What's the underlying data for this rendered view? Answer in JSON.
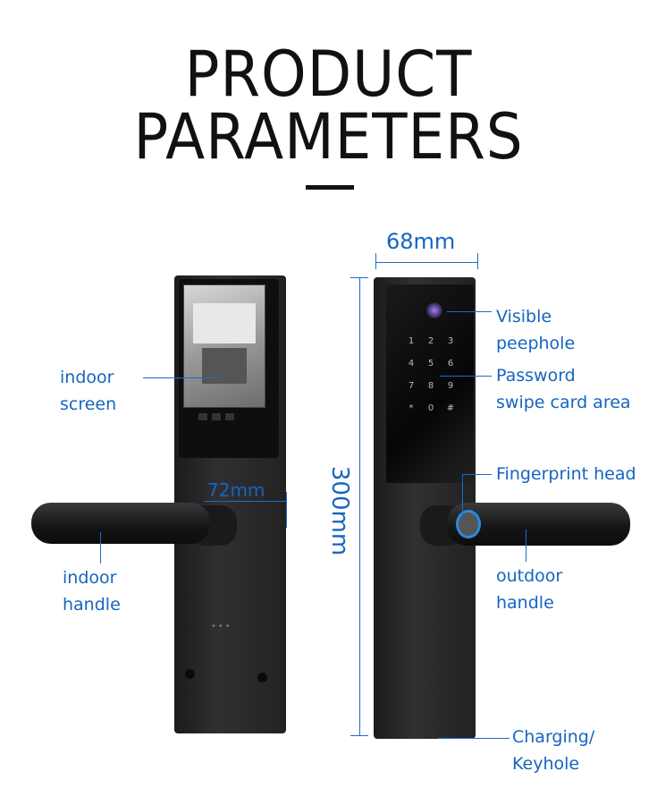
{
  "header": {
    "line1": "PRODUCT",
    "line2": "PARAMETERS"
  },
  "dimensions": {
    "width": "68mm",
    "height": "300mm",
    "handle_offset": "72mm"
  },
  "labels": {
    "indoor_screen": [
      "indoor",
      "screen"
    ],
    "indoor_handle": [
      "indoor",
      "handle"
    ],
    "visible_peephole": [
      "Visible",
      "peephole"
    ],
    "password_area": [
      "Password",
      "swipe card area"
    ],
    "fingerprint": "Fingerprint head",
    "outdoor_handle": [
      "outdoor",
      "handle"
    ],
    "charging": [
      "Charging/",
      "Keyhole"
    ]
  },
  "keypad": [
    "1",
    "2",
    "3",
    "4",
    "5",
    "6",
    "7",
    "8",
    "9",
    "*",
    "0",
    "#"
  ],
  "colors": {
    "accent": "#1565c0",
    "lock_body": "#1f1f21"
  }
}
